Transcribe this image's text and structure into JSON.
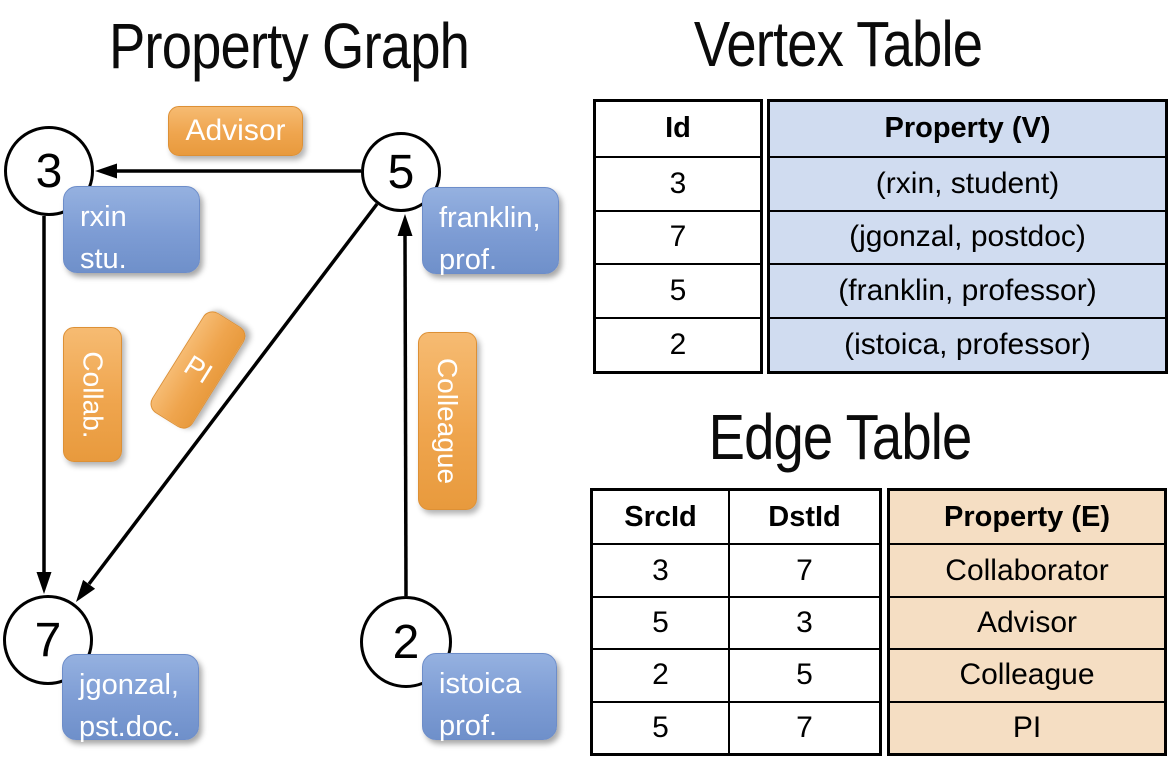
{
  "graph": {
    "title": "Property Graph",
    "nodes": {
      "n3": {
        "id": "3",
        "prop_line1": "rxin",
        "prop_line2": "stu."
      },
      "n5": {
        "id": "5",
        "prop_line1": "franklin,",
        "prop_line2": "prof."
      },
      "n7": {
        "id": "7",
        "prop_line1": "jgonzal,",
        "prop_line2": "pst.doc."
      },
      "n2": {
        "id": "2",
        "prop_line1": "istoica",
        "prop_line2": "prof."
      }
    },
    "edge_labels": {
      "advisor": "Advisor",
      "collab": "Collab.",
      "pi": "PI",
      "colleague": "Colleague"
    }
  },
  "vertex_table": {
    "title": "Vertex Table",
    "headers": {
      "id": "Id",
      "property": "Property (V)"
    },
    "rows": [
      {
        "id": "3",
        "property": "(rxin, student)"
      },
      {
        "id": "7",
        "property": "(jgonzal, postdoc)"
      },
      {
        "id": "5",
        "property": "(franklin, professor)"
      },
      {
        "id": "2",
        "property": "(istoica, professor)"
      }
    ]
  },
  "edge_table": {
    "title": "Edge Table",
    "headers": {
      "src": "SrcId",
      "dst": "DstId",
      "property": "Property (E)"
    },
    "rows": [
      {
        "src": "3",
        "dst": "7",
        "property": "Collaborator"
      },
      {
        "src": "5",
        "dst": "3",
        "property": "Advisor"
      },
      {
        "src": "2",
        "dst": "5",
        "property": "Colleague"
      },
      {
        "src": "5",
        "dst": "7",
        "property": "PI"
      }
    ]
  },
  "colors": {
    "edge_label_orange": "#efa54e",
    "vertex_prop_blue": "#7d9cd4",
    "vertex_table_fill": "#d0dcf0",
    "edge_table_fill": "#f5dec3",
    "line_black": "#000000"
  }
}
